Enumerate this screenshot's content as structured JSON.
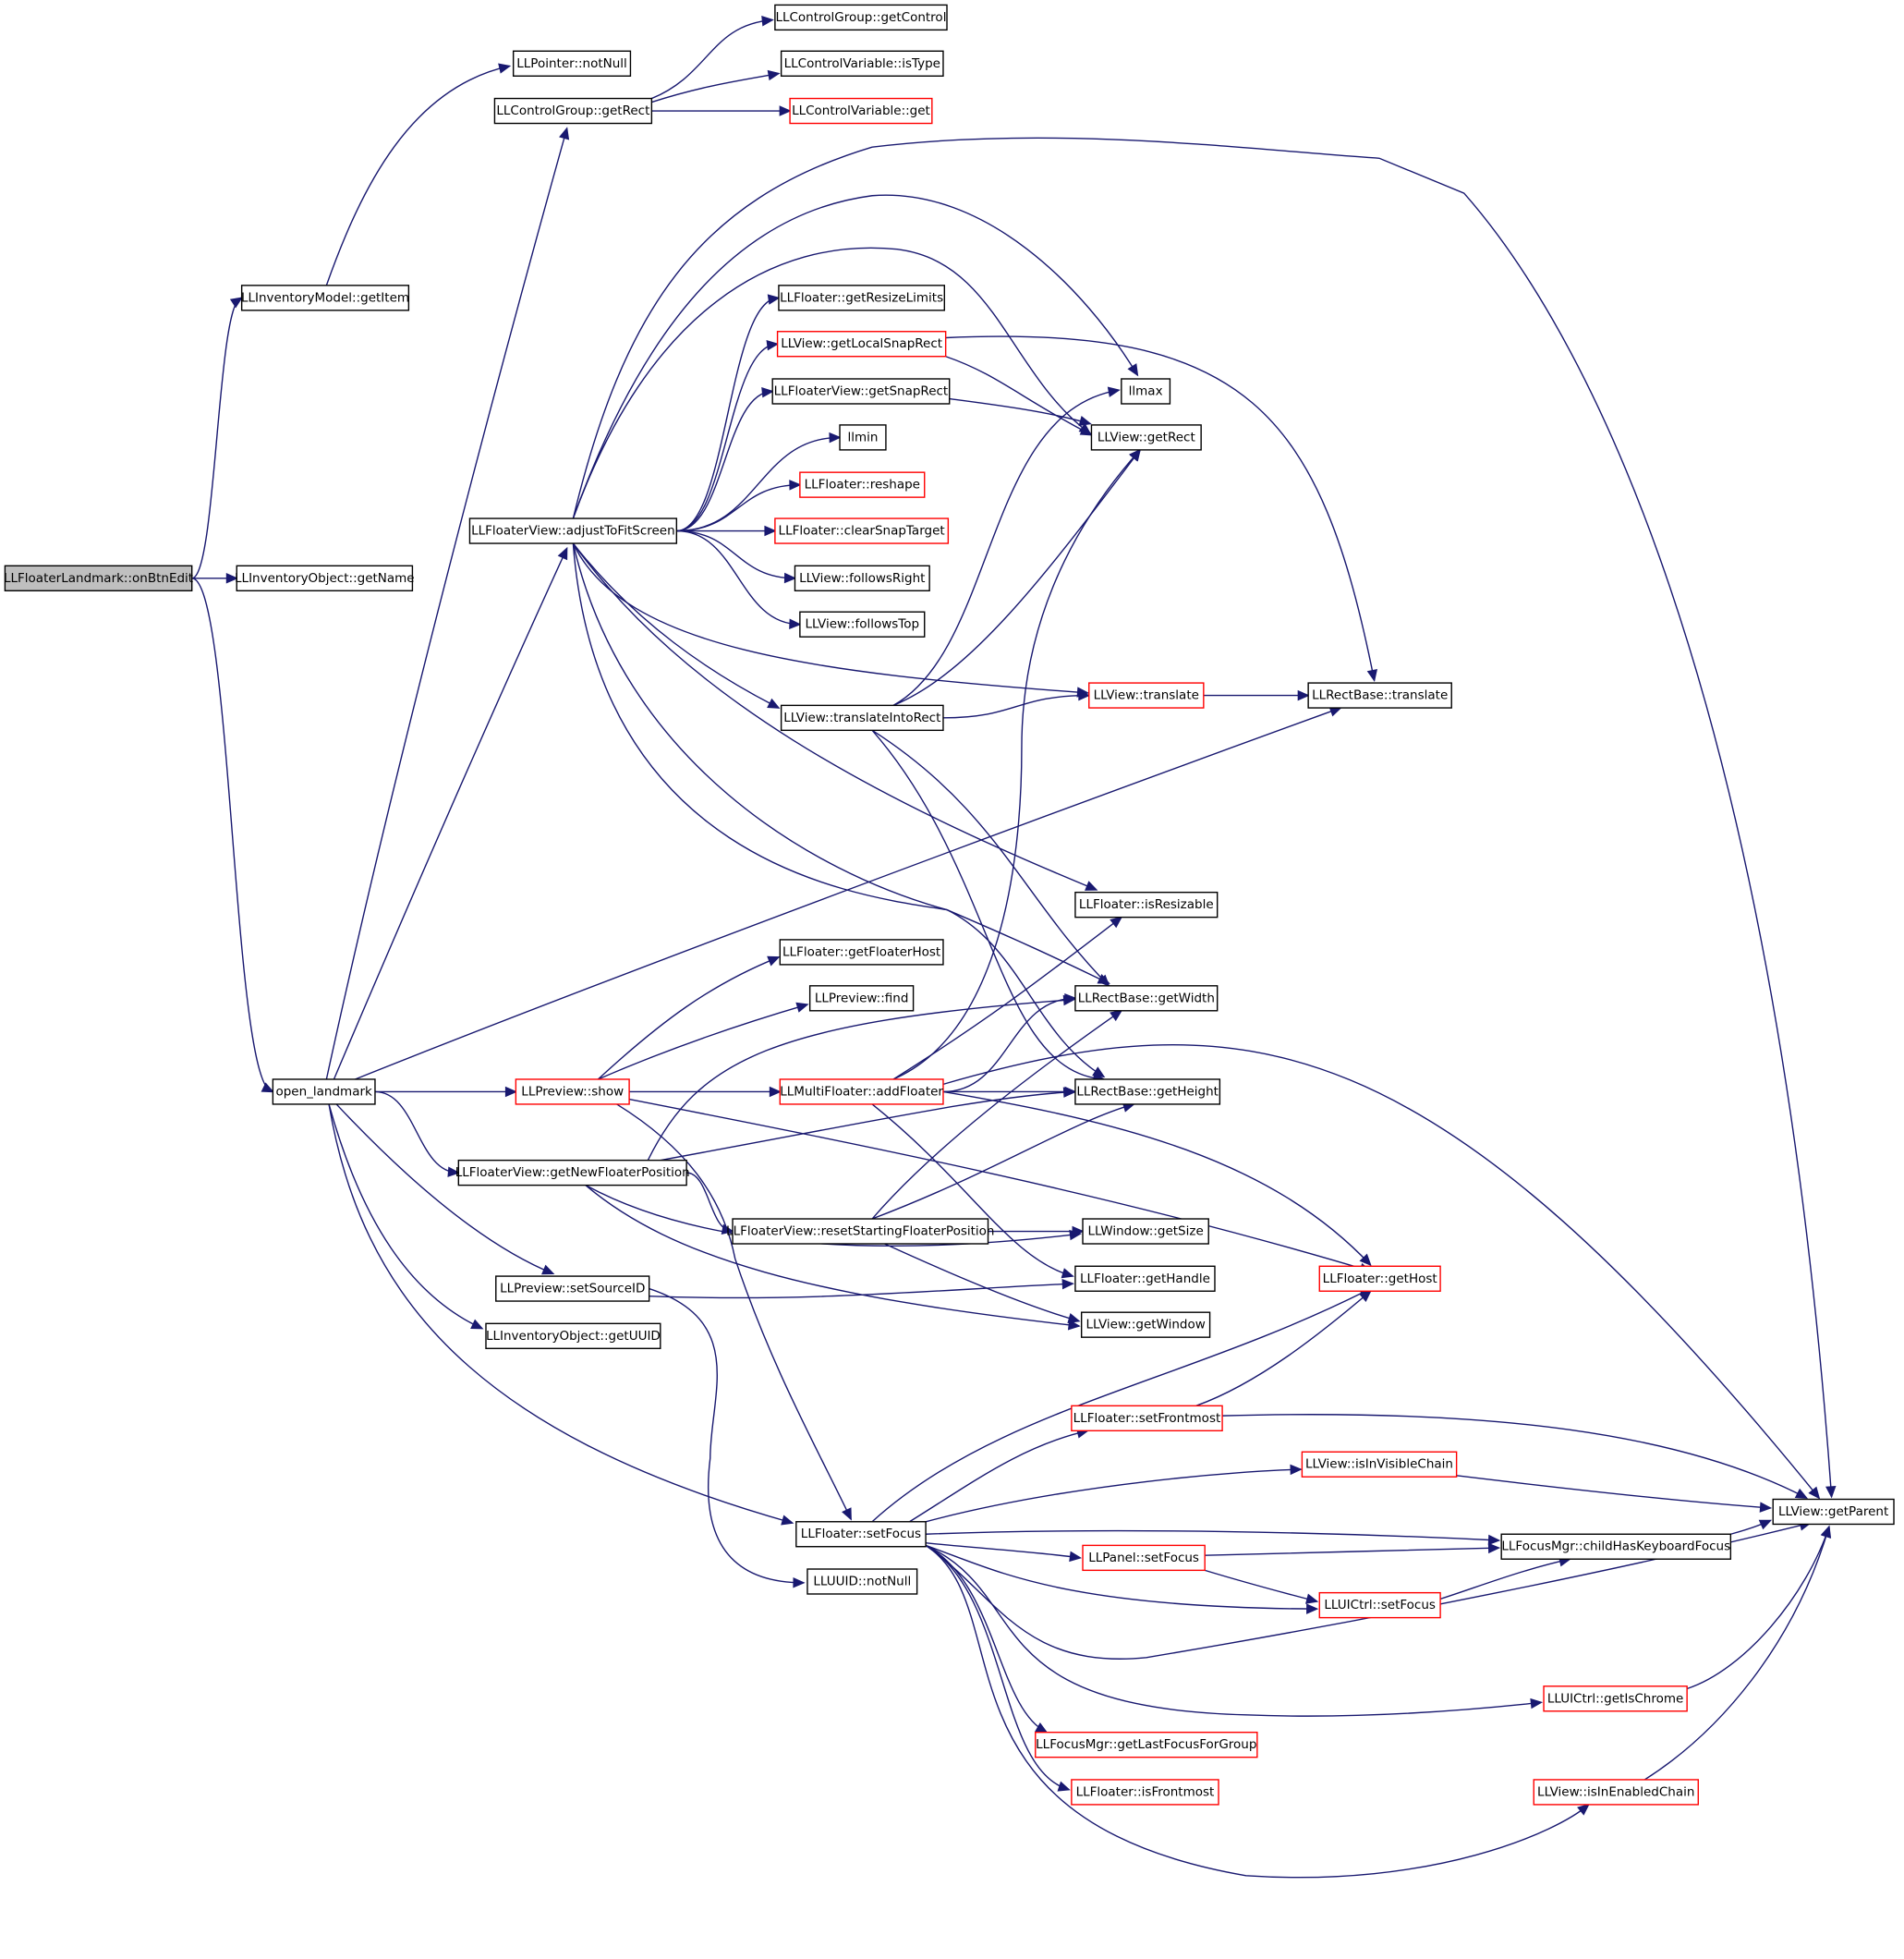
{
  "colors": {
    "edge": "#191970",
    "node_border": "#000000",
    "external_node_border": "#ff0000",
    "root_fill": "#bfbfbf"
  },
  "nodes": [
    {
      "id": "onBtnEdit",
      "label": "LLFloaterLandmark::onBtnEdit",
      "style": "root"
    },
    {
      "id": "getItem",
      "label": "LLInventoryModel::getItem",
      "style": "normal"
    },
    {
      "id": "getName",
      "label": "LLInventoryObject::getName",
      "style": "normal"
    },
    {
      "id": "open_landmark",
      "label": "open_landmark",
      "style": "normal"
    },
    {
      "id": "notNullPtr",
      "label": "LLPointer::notNull",
      "style": "normal"
    },
    {
      "id": "cgGetRect",
      "label": "LLControlGroup::getRect",
      "style": "normal"
    },
    {
      "id": "cgGetControl",
      "label": "LLControlGroup::getControl",
      "style": "normal"
    },
    {
      "id": "cvIsType",
      "label": "LLControlVariable::isType",
      "style": "normal"
    },
    {
      "id": "cvGet",
      "label": "LLControlVariable::get",
      "style": "external"
    },
    {
      "id": "adjustToFitScreen",
      "label": "LLFloaterView::adjustToFitScreen",
      "style": "normal"
    },
    {
      "id": "getResizeLimits",
      "label": "LLFloater::getResizeLimits",
      "style": "normal"
    },
    {
      "id": "getLocalSnapRect",
      "label": "LLView::getLocalSnapRect",
      "style": "external"
    },
    {
      "id": "getSnapRect",
      "label": "LLFloaterView::getSnapRect",
      "style": "normal"
    },
    {
      "id": "llmin",
      "label": "llmin",
      "style": "normal"
    },
    {
      "id": "reshape",
      "label": "LLFloater::reshape",
      "style": "external"
    },
    {
      "id": "clearSnapTarget",
      "label": "LLFloater::clearSnapTarget",
      "style": "external"
    },
    {
      "id": "followsRight",
      "label": "LLView::followsRight",
      "style": "normal"
    },
    {
      "id": "followsTop",
      "label": "LLView::followsTop",
      "style": "normal"
    },
    {
      "id": "translateIntoRect",
      "label": "LLView::translateIntoRect",
      "style": "normal"
    },
    {
      "id": "llmax",
      "label": "llmax",
      "style": "normal"
    },
    {
      "id": "viewGetRect",
      "label": "LLView::getRect",
      "style": "normal"
    },
    {
      "id": "viewTranslate",
      "label": "LLView::translate",
      "style": "external"
    },
    {
      "id": "rectTranslate",
      "label": "LLRectBase::translate",
      "style": "normal"
    },
    {
      "id": "isResizable",
      "label": "LLFloater::isResizable",
      "style": "normal"
    },
    {
      "id": "getFloaterHost",
      "label": "LLFloater::getFloaterHost",
      "style": "normal"
    },
    {
      "id": "previewFind",
      "label": "LLPreview::find",
      "style": "normal"
    },
    {
      "id": "getWidth",
      "label": "LLRectBase::getWidth",
      "style": "normal"
    },
    {
      "id": "previewShow",
      "label": "LLPreview::show",
      "style": "external"
    },
    {
      "id": "addFloater",
      "label": "LLMultiFloater::addFloater",
      "style": "external"
    },
    {
      "id": "getHeight",
      "label": "LLRectBase::getHeight",
      "style": "normal"
    },
    {
      "id": "getNewFloaterPosition",
      "label": "LLFloaterView::getNewFloaterPosition",
      "style": "normal"
    },
    {
      "id": "resetStartingFloaterPosition",
      "label": "LLFloaterView::resetStartingFloaterPosition",
      "style": "normal"
    },
    {
      "id": "windowGetSize",
      "label": "LLWindow::getSize",
      "style": "normal"
    },
    {
      "id": "getHandle",
      "label": "LLFloater::getHandle",
      "style": "normal"
    },
    {
      "id": "getHost",
      "label": "LLFloater::getHost",
      "style": "external"
    },
    {
      "id": "setSourceID",
      "label": "LLPreview::setSourceID",
      "style": "normal"
    },
    {
      "id": "viewGetWindow",
      "label": "LLView::getWindow",
      "style": "normal"
    },
    {
      "id": "getUUID",
      "label": "LLInventoryObject::getUUID",
      "style": "normal"
    },
    {
      "id": "setFrontmost",
      "label": "LLFloater::setFrontmost",
      "style": "external"
    },
    {
      "id": "isInVisibleChain",
      "label": "LLView::isInVisibleChain",
      "style": "external"
    },
    {
      "id": "getParent",
      "label": "LLView::getParent",
      "style": "normal"
    },
    {
      "id": "floaterSetFocus",
      "label": "LLFloater::setFocus",
      "style": "normal"
    },
    {
      "id": "childHasKeyboardFocus",
      "label": "LLFocusMgr::childHasKeyboardFocus",
      "style": "normal"
    },
    {
      "id": "panelSetFocus",
      "label": "LLPanel::setFocus",
      "style": "external"
    },
    {
      "id": "uuidNotNull",
      "label": "LLUUID::notNull",
      "style": "normal"
    },
    {
      "id": "uictrlSetFocus",
      "label": "LLUICtrl::setFocus",
      "style": "external"
    },
    {
      "id": "getIsChrome",
      "label": "LLUICtrl::getIsChrome",
      "style": "external"
    },
    {
      "id": "getLastFocusForGroup",
      "label": "LLFocusMgr::getLastFocusForGroup",
      "style": "external"
    },
    {
      "id": "isFrontmost",
      "label": "LLFloater::isFrontmost",
      "style": "external"
    },
    {
      "id": "isInEnabledChain",
      "label": "LLView::isInEnabledChain",
      "style": "external"
    }
  ],
  "edges": [
    [
      "onBtnEdit",
      "getItem"
    ],
    [
      "onBtnEdit",
      "getName"
    ],
    [
      "onBtnEdit",
      "open_landmark"
    ],
    [
      "getItem",
      "notNullPtr"
    ],
    [
      "cgGetRect",
      "cgGetControl"
    ],
    [
      "cgGetRect",
      "cvIsType"
    ],
    [
      "cgGetRect",
      "cvGet"
    ],
    [
      "open_landmark",
      "cgGetRect"
    ],
    [
      "open_landmark",
      "adjustToFitScreen"
    ],
    [
      "open_landmark",
      "rectTranslate"
    ],
    [
      "open_landmark",
      "previewShow"
    ],
    [
      "open_landmark",
      "getNewFloaterPosition"
    ],
    [
      "open_landmark",
      "setSourceID"
    ],
    [
      "open_landmark",
      "getUUID"
    ],
    [
      "open_landmark",
      "floaterSetFocus"
    ],
    [
      "adjustToFitScreen",
      "getParent"
    ],
    [
      "adjustToFitScreen",
      "llmax"
    ],
    [
      "adjustToFitScreen",
      "viewGetRect"
    ],
    [
      "adjustToFitScreen",
      "getResizeLimits"
    ],
    [
      "adjustToFitScreen",
      "getLocalSnapRect"
    ],
    [
      "adjustToFitScreen",
      "getSnapRect"
    ],
    [
      "adjustToFitScreen",
      "llmin"
    ],
    [
      "adjustToFitScreen",
      "reshape"
    ],
    [
      "adjustToFitScreen",
      "clearSnapTarget"
    ],
    [
      "adjustToFitScreen",
      "followsRight"
    ],
    [
      "adjustToFitScreen",
      "followsTop"
    ],
    [
      "adjustToFitScreen",
      "viewTranslate"
    ],
    [
      "adjustToFitScreen",
      "translateIntoRect"
    ],
    [
      "adjustToFitScreen",
      "isResizable"
    ],
    [
      "adjustToFitScreen",
      "getWidth"
    ],
    [
      "adjustToFitScreen",
      "getHeight"
    ],
    [
      "getLocalSnapRect",
      "viewGetRect"
    ],
    [
      "getLocalSnapRect",
      "rectTranslate"
    ],
    [
      "getSnapRect",
      "viewGetRect"
    ],
    [
      "translateIntoRect",
      "llmax"
    ],
    [
      "translateIntoRect",
      "viewGetRect"
    ],
    [
      "translateIntoRect",
      "viewTranslate"
    ],
    [
      "translateIntoRect",
      "getWidth"
    ],
    [
      "translateIntoRect",
      "getHeight"
    ],
    [
      "viewTranslate",
      "rectTranslate"
    ],
    [
      "previewShow",
      "getFloaterHost"
    ],
    [
      "previewShow",
      "previewFind"
    ],
    [
      "previewShow",
      "addFloater"
    ],
    [
      "previewShow",
      "getHost"
    ],
    [
      "previewShow",
      "floaterSetFocus"
    ],
    [
      "addFloater",
      "viewGetRect"
    ],
    [
      "addFloater",
      "isResizable"
    ],
    [
      "addFloater",
      "getWidth"
    ],
    [
      "addFloater",
      "getHeight"
    ],
    [
      "addFloater",
      "getHost"
    ],
    [
      "addFloater",
      "getHandle"
    ],
    [
      "addFloater",
      "getParent"
    ],
    [
      "getNewFloaterPosition",
      "getWidth"
    ],
    [
      "getNewFloaterPosition",
      "getHeight"
    ],
    [
      "getNewFloaterPosition",
      "resetStartingFloaterPosition"
    ],
    [
      "getNewFloaterPosition",
      "windowGetSize"
    ],
    [
      "getNewFloaterPosition",
      "viewGetWindow"
    ],
    [
      "resetStartingFloaterPosition",
      "getWidth"
    ],
    [
      "resetStartingFloaterPosition",
      "getHeight"
    ],
    [
      "resetStartingFloaterPosition",
      "windowGetSize"
    ],
    [
      "resetStartingFloaterPosition",
      "viewGetWindow"
    ],
    [
      "setSourceID",
      "getHandle"
    ],
    [
      "setSourceID",
      "uuidNotNull"
    ],
    [
      "floaterSetFocus",
      "getHost"
    ],
    [
      "floaterSetFocus",
      "setFrontmost"
    ],
    [
      "floaterSetFocus",
      "isInVisibleChain"
    ],
    [
      "floaterSetFocus",
      "childHasKeyboardFocus"
    ],
    [
      "floaterSetFocus",
      "panelSetFocus"
    ],
    [
      "floaterSetFocus",
      "uictrlSetFocus"
    ],
    [
      "floaterSetFocus",
      "getParent"
    ],
    [
      "floaterSetFocus",
      "getIsChrome"
    ],
    [
      "floaterSetFocus",
      "getLastFocusForGroup"
    ],
    [
      "floaterSetFocus",
      "isFrontmost"
    ],
    [
      "floaterSetFocus",
      "isInEnabledChain"
    ],
    [
      "setFrontmost",
      "getHost"
    ],
    [
      "setFrontmost",
      "getParent"
    ],
    [
      "isInVisibleChain",
      "getParent"
    ],
    [
      "childHasKeyboardFocus",
      "getParent"
    ],
    [
      "panelSetFocus",
      "childHasKeyboardFocus"
    ],
    [
      "panelSetFocus",
      "uictrlSetFocus"
    ],
    [
      "uictrlSetFocus",
      "childHasKeyboardFocus"
    ],
    [
      "getIsChrome",
      "getParent"
    ],
    [
      "isInEnabledChain",
      "getParent"
    ]
  ]
}
